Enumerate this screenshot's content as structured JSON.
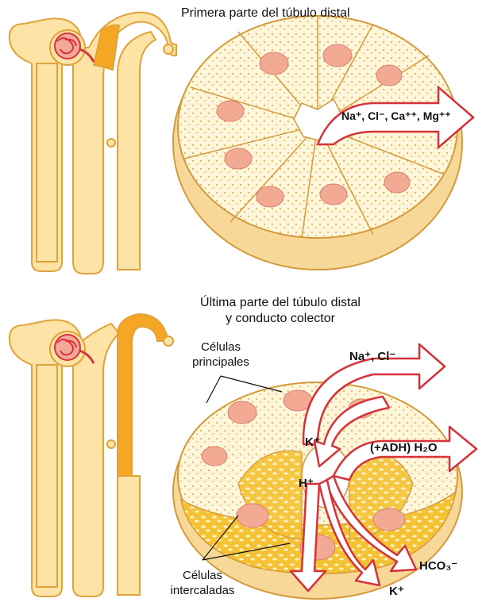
{
  "top": {
    "title": "Primera parte del túbulo distal",
    "ions_label": "Na⁺, Cl⁻, Ca⁺⁺, Mg⁺⁺"
  },
  "bottom": {
    "title_line1": "Última parte del túbulo distal",
    "title_line2": "y conducto colector",
    "principal_line1": "Células",
    "principal_line2": "principales",
    "intercalated_line1": "Células",
    "intercalated_line2": "intercaladas",
    "na_cl_label": "Na⁺, Cl⁻",
    "k_in_label": "K⁺",
    "water_label": "(+ADH) H₂O",
    "h_label": "H⁺",
    "hco3_label": "HCO₃⁻",
    "k_out_label": "K⁺"
  },
  "colors": {
    "tubule": "#fde4a6",
    "tubule_outline": "#e0a23a",
    "highlight": "#f5a623",
    "nucleus": "#f2aa95",
    "glomerulus": "#d8333a",
    "intercalated": "#f2c12e",
    "arrow_outline": "#d5323a"
  }
}
